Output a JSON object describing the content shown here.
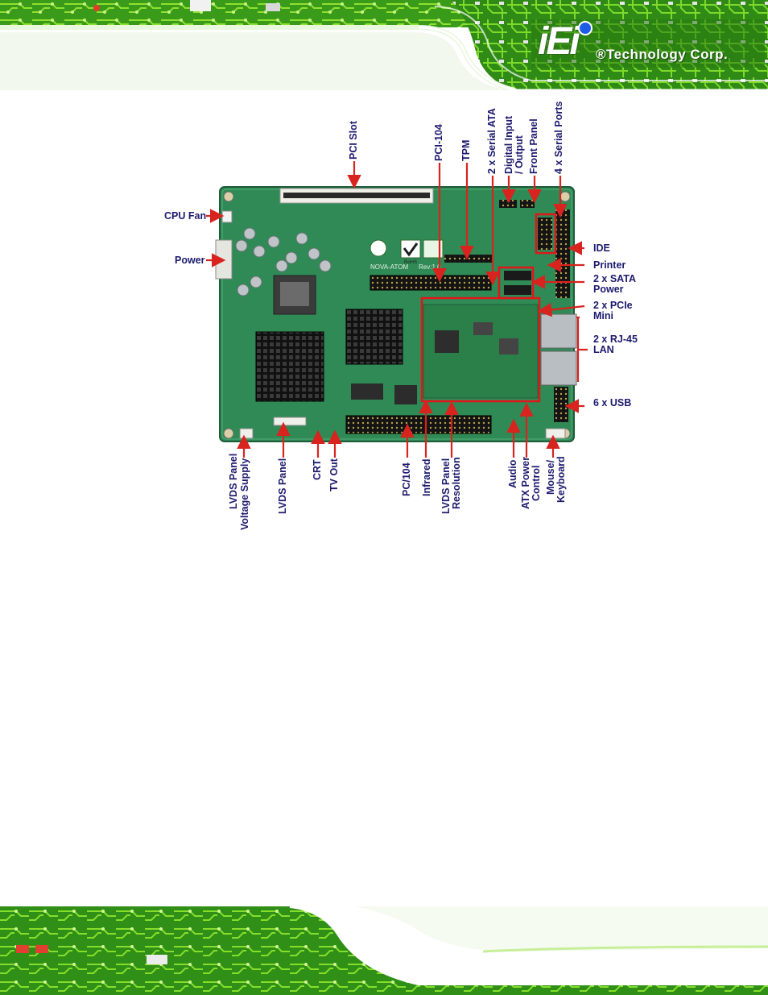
{
  "header": {
    "logo_mark": "iEi",
    "logo_text": "®Technology Corp.",
    "colors": {
      "pcb_green": "#3fa31c",
      "pcb_light": "#9be335",
      "logo_dot": "#1d5ce6"
    }
  },
  "diagram": {
    "left_labels": {
      "cpu_fan": "CPU Fan",
      "power": "Power"
    },
    "top_labels": {
      "pci_slot": "PCI Slot",
      "pci_104": "PCI-104",
      "tpm": "TPM",
      "serial_ata": "2 x Serial ATA",
      "digital_io_1": "Digital Input",
      "digital_io_2": "/ Output",
      "front_panel": "Front Panel",
      "serial_ports": "4 x Serial Ports"
    },
    "right_labels": {
      "ide": "IDE",
      "printer": "Printer",
      "sata_power_1": "2 x SATA",
      "sata_power_2": "Power",
      "pcie_mini_1": "2 x PCIe",
      "pcie_mini_2": "Mini",
      "rj45_1": "2 x RJ-45",
      "rj45_2": "LAN",
      "usb": "6 x USB"
    },
    "bottom_labels": {
      "lvds_supply_1": "LVDS Panel",
      "lvds_supply_2": "Voltage Supply",
      "lvds_panel": "LVDS Panel",
      "crt": "CRT",
      "tv_out": "TV Out",
      "pc104": "PC/104",
      "infrared": "Infrared",
      "lvds_res_1": "LVDS Panel",
      "lvds_res_2": "Resolution",
      "audio": "Audio",
      "atx_1": "ATX Power",
      "atx_2": "Control",
      "mouse_1": "Mouse/",
      "mouse_2": "Keyboard"
    },
    "board_markings": {
      "model": "NOVA-ATOM",
      "rev": "Rev:1.0",
      "rohs": "RoHS"
    },
    "colors": {
      "board": "#2f8a55",
      "label": "#1d1a6e",
      "arrow": "#d8231f",
      "highlight": "#e0161b"
    }
  }
}
